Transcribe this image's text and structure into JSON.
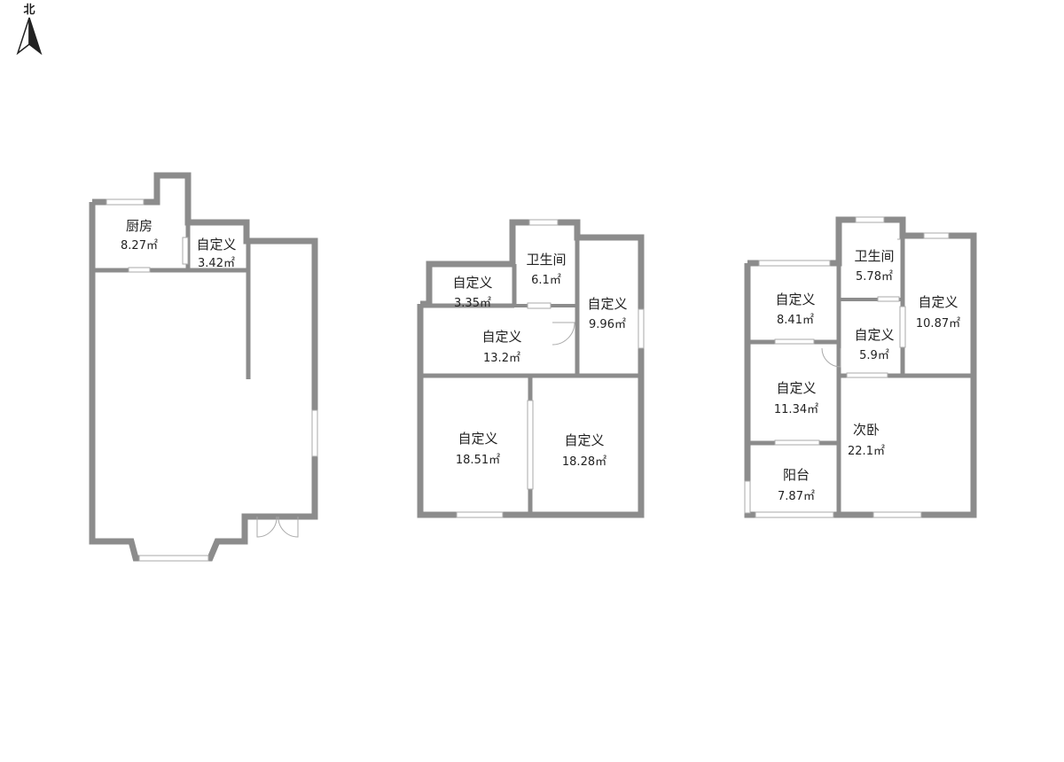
{
  "compass": {
    "label": "北"
  },
  "floors": [
    {
      "rooms": [
        {
          "name": "厨房",
          "area": "8.27㎡"
        },
        {
          "name": "自定义",
          "area": "3.42㎡"
        }
      ]
    },
    {
      "rooms": [
        {
          "name": "自定义",
          "area": "3.35㎡"
        },
        {
          "name": "卫生间",
          "area": "6.1㎡"
        },
        {
          "name": "自定义",
          "area": "9.96㎡"
        },
        {
          "name": "自定义",
          "area": "13.2㎡"
        },
        {
          "name": "自定义",
          "area": "18.51㎡"
        },
        {
          "name": "自定义",
          "area": "18.28㎡"
        }
      ]
    },
    {
      "rooms": [
        {
          "name": "卫生间",
          "area": "5.78㎡"
        },
        {
          "name": "自定义",
          "area": "8.41㎡"
        },
        {
          "name": "自定义",
          "area": "10.87㎡"
        },
        {
          "name": "自定义",
          "area": "5.9㎡"
        },
        {
          "name": "自定义",
          "area": "11.34㎡"
        },
        {
          "name": "次卧",
          "area": "22.1㎡"
        },
        {
          "name": "阳台",
          "area": "7.87㎡"
        }
      ]
    }
  ]
}
